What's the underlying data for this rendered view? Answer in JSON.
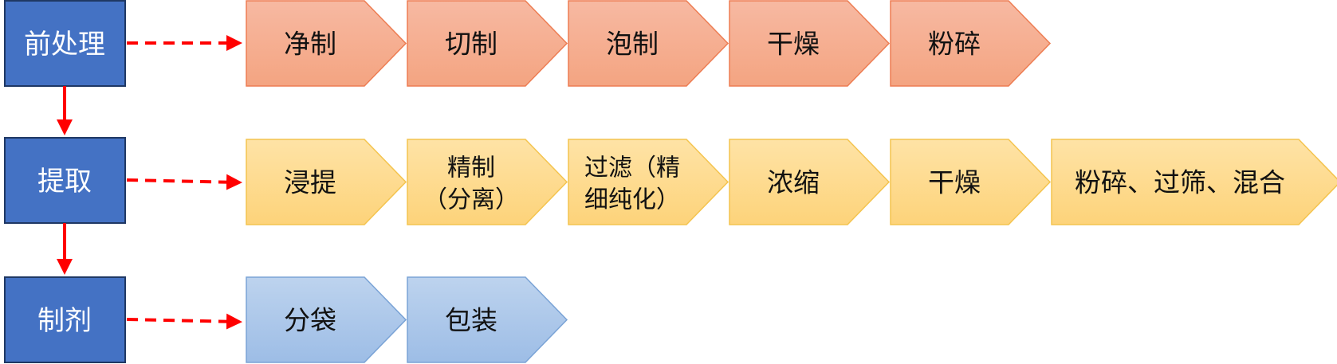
{
  "colors": {
    "stage_fill": "#4472c4",
    "stage_border": "#1f3864",
    "connector": "#ff0000",
    "row1_fill_top": "#f7b9a2",
    "row1_fill_bottom": "#f4a481",
    "row1_border": "#ed7d53",
    "row2_fill_top": "#fee3a6",
    "row2_fill_bottom": "#fdd37a",
    "row2_border": "#f4c44f",
    "row3_fill_top": "#bdd3ee",
    "row3_fill_bottom": "#9dbde6",
    "row3_border": "#7aa3d6"
  },
  "stages": [
    {
      "label": "前处理",
      "steps": [
        {
          "lines": [
            "净制"
          ]
        },
        {
          "lines": [
            "切制"
          ]
        },
        {
          "lines": [
            "泡制"
          ]
        },
        {
          "lines": [
            "干燥"
          ]
        },
        {
          "lines": [
            "粉碎"
          ]
        }
      ]
    },
    {
      "label": "提取",
      "steps": [
        {
          "lines": [
            "浸提"
          ]
        },
        {
          "lines": [
            "精制",
            "（分离）"
          ]
        },
        {
          "lines": [
            "过滤（精",
            "细纯化）"
          ]
        },
        {
          "lines": [
            "浓缩"
          ]
        },
        {
          "lines": [
            "干燥"
          ]
        },
        {
          "lines": [
            "粉碎、过筛、混合"
          ],
          "wide": true
        }
      ]
    },
    {
      "label": "制剂",
      "steps": [
        {
          "lines": [
            "分袋"
          ]
        },
        {
          "lines": [
            "包装"
          ]
        }
      ]
    }
  ]
}
